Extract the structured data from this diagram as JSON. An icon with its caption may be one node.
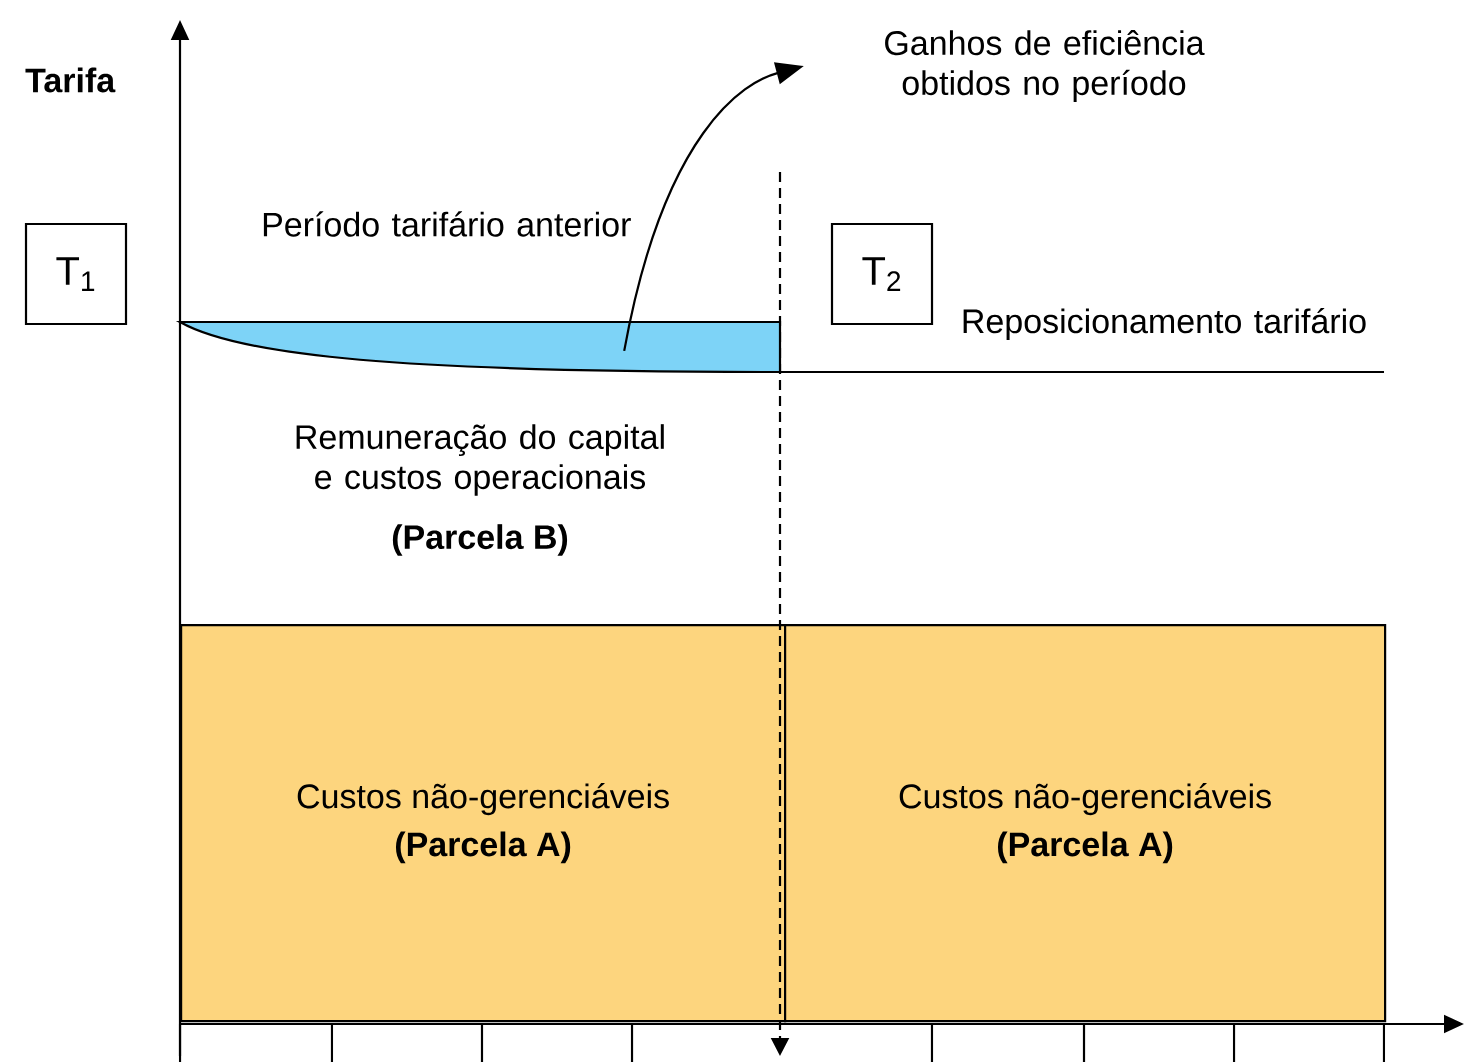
{
  "diagram": {
    "nodes": [
      {
        "text": [
          "T$_{1}$"
        ]
      },
      {
        "text": [
          "T$_{2}$"
        ]
      },
      {
        "text": [],
        "shape": "box"
      },
      {
        "text": [
          "Ganhos de eficiência obtidos no período"
        ]
      },
      {
        "text": [
          "Custos não-gerenciáveis",
          "(Parcela A)"
        ]
      },
      {
        "text": [
          "Custos não-gerenciáveis",
          "(Parcela A)"
        ]
      }
    ],
    "edges": [
      {
        "from": 2,
        "to": 3,
        "arrow": "to"
      }
    ],
    "labels": [
      "Tarifa",
      "Período tarifário anterior",
      "Reposicionamento tarifário",
      "Remuneração do capital e custos operacionais",
      "(Parcela B)"
    ]
  }
}
